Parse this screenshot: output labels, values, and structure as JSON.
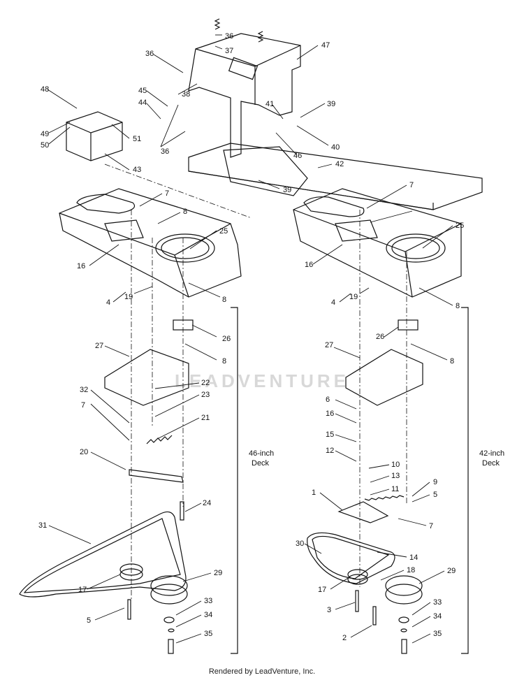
{
  "diagram": {
    "watermark_text": "LEADVENTURE",
    "footer_text": "Rendered by LeadVenture, Inc.",
    "deck_left": [
      "46-inch",
      "Deck"
    ],
    "deck_right": [
      "42-inch",
      "Deck"
    ],
    "callouts": [
      "36",
      "37",
      "47",
      "36",
      "38",
      "45",
      "44",
      "48",
      "49",
      "50",
      "51",
      "36",
      "43",
      "41",
      "39",
      "40",
      "46",
      "42",
      "39",
      "7",
      "8",
      "25",
      "16",
      "4",
      "19",
      "8",
      "26",
      "8",
      "27",
      "22",
      "23",
      "32",
      "7",
      "21",
      "20",
      "24",
      "31",
      "17",
      "29",
      "33",
      "34",
      "5",
      "35",
      "7",
      "25",
      "16",
      "4",
      "19",
      "8",
      "26",
      "8",
      "27",
      "6",
      "16",
      "15",
      "12",
      "10",
      "13",
      "11",
      "1",
      "9",
      "5",
      "7",
      "14",
      "30",
      "18",
      "29",
      "17",
      "3",
      "33",
      "34",
      "2",
      "35"
    ]
  }
}
